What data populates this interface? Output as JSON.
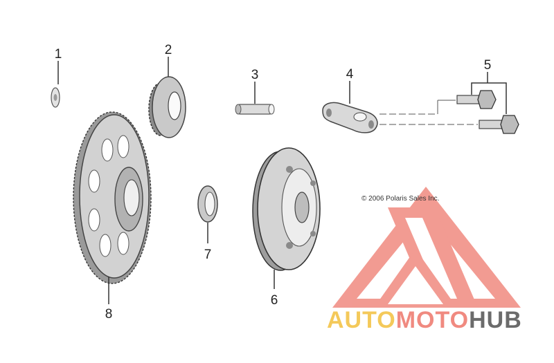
{
  "diagram": {
    "copyright": "© 2006 Polaris Sales Inc.",
    "parts": [
      {
        "label": "1",
        "name": "washer"
      },
      {
        "label": "2",
        "name": "gear"
      },
      {
        "label": "3",
        "name": "pin"
      },
      {
        "label": "4",
        "name": "plate"
      },
      {
        "label": "5",
        "name": "bolts"
      },
      {
        "label": "6",
        "name": "flywheel-clutch"
      },
      {
        "label": "7",
        "name": "bushing"
      },
      {
        "label": "8",
        "name": "ring-gear"
      }
    ]
  },
  "watermark": {
    "part1": "AUTO",
    "part2": "MOTO",
    "part3": "HUB",
    "color_main": "#f08a80",
    "color_accent": "#f4c95a",
    "color_dark": "#6b6b6b"
  }
}
